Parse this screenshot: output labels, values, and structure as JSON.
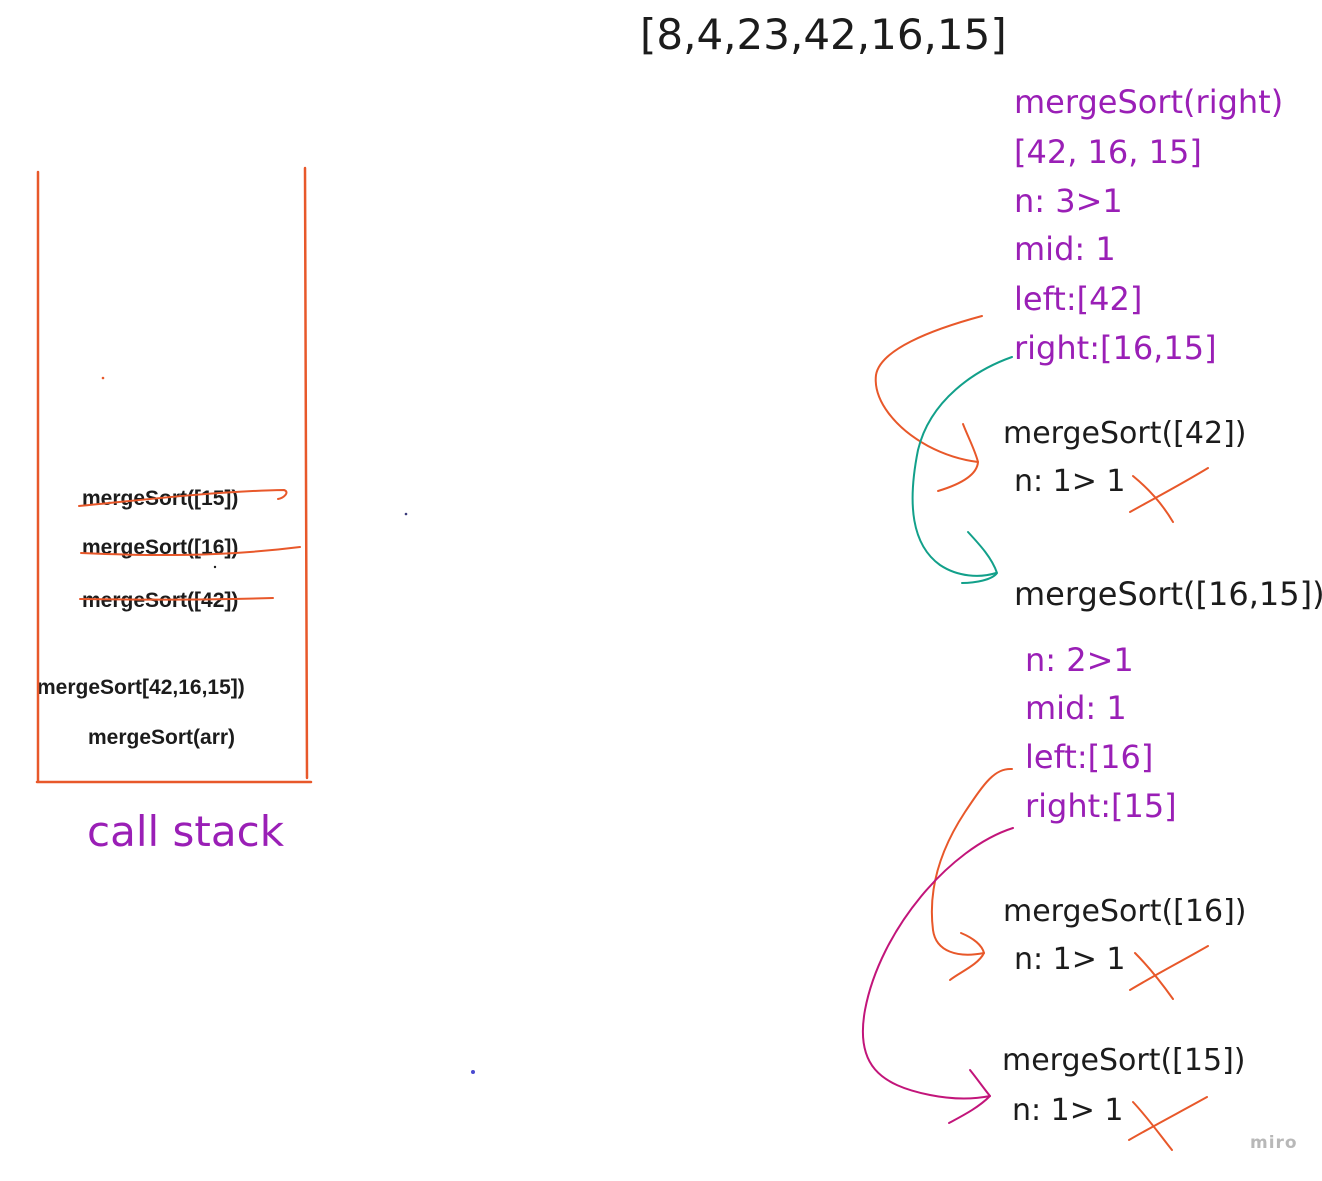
{
  "title": "[8,4,23,42,16,15]",
  "call_stack": {
    "caption": "call stack",
    "frames": [
      {
        "label": "mergeSort([15])",
        "crossed": true
      },
      {
        "label": "mergeSort([16])",
        "crossed": true
      },
      {
        "label": "mergeSort([42])",
        "crossed": true
      },
      {
        "label": "mergeSort[42,16,15])",
        "crossed": false
      },
      {
        "label": "mergeSort(arr)",
        "crossed": false
      }
    ]
  },
  "right_call": {
    "header": "mergeSort(right)",
    "array": "[42, 16, 15]",
    "n": "n: 3>1",
    "mid": "mid: 1",
    "left": "left:[42]",
    "right": "right:[16,15]"
  },
  "call_42": {
    "header": "mergeSort([42])",
    "n": "n: 1> 1"
  },
  "call_16_15": {
    "header": "mergeSort([16,15])",
    "n": "n: 2>1",
    "mid": "mid: 1",
    "left": "left:[16]",
    "right": "right:[15]"
  },
  "call_16": {
    "header": "mergeSort([16])",
    "n": "n: 1> 1"
  },
  "call_15": {
    "header": "mergeSort([15])",
    "n": "n: 1> 1"
  },
  "watermark": "miro",
  "colors": {
    "purple_text": "#9a1fb6",
    "orange_ink": "#e8582a",
    "teal_ink": "#12a08a",
    "magenta_ink": "#c2157a",
    "dark_text": "#1c1c1c"
  }
}
